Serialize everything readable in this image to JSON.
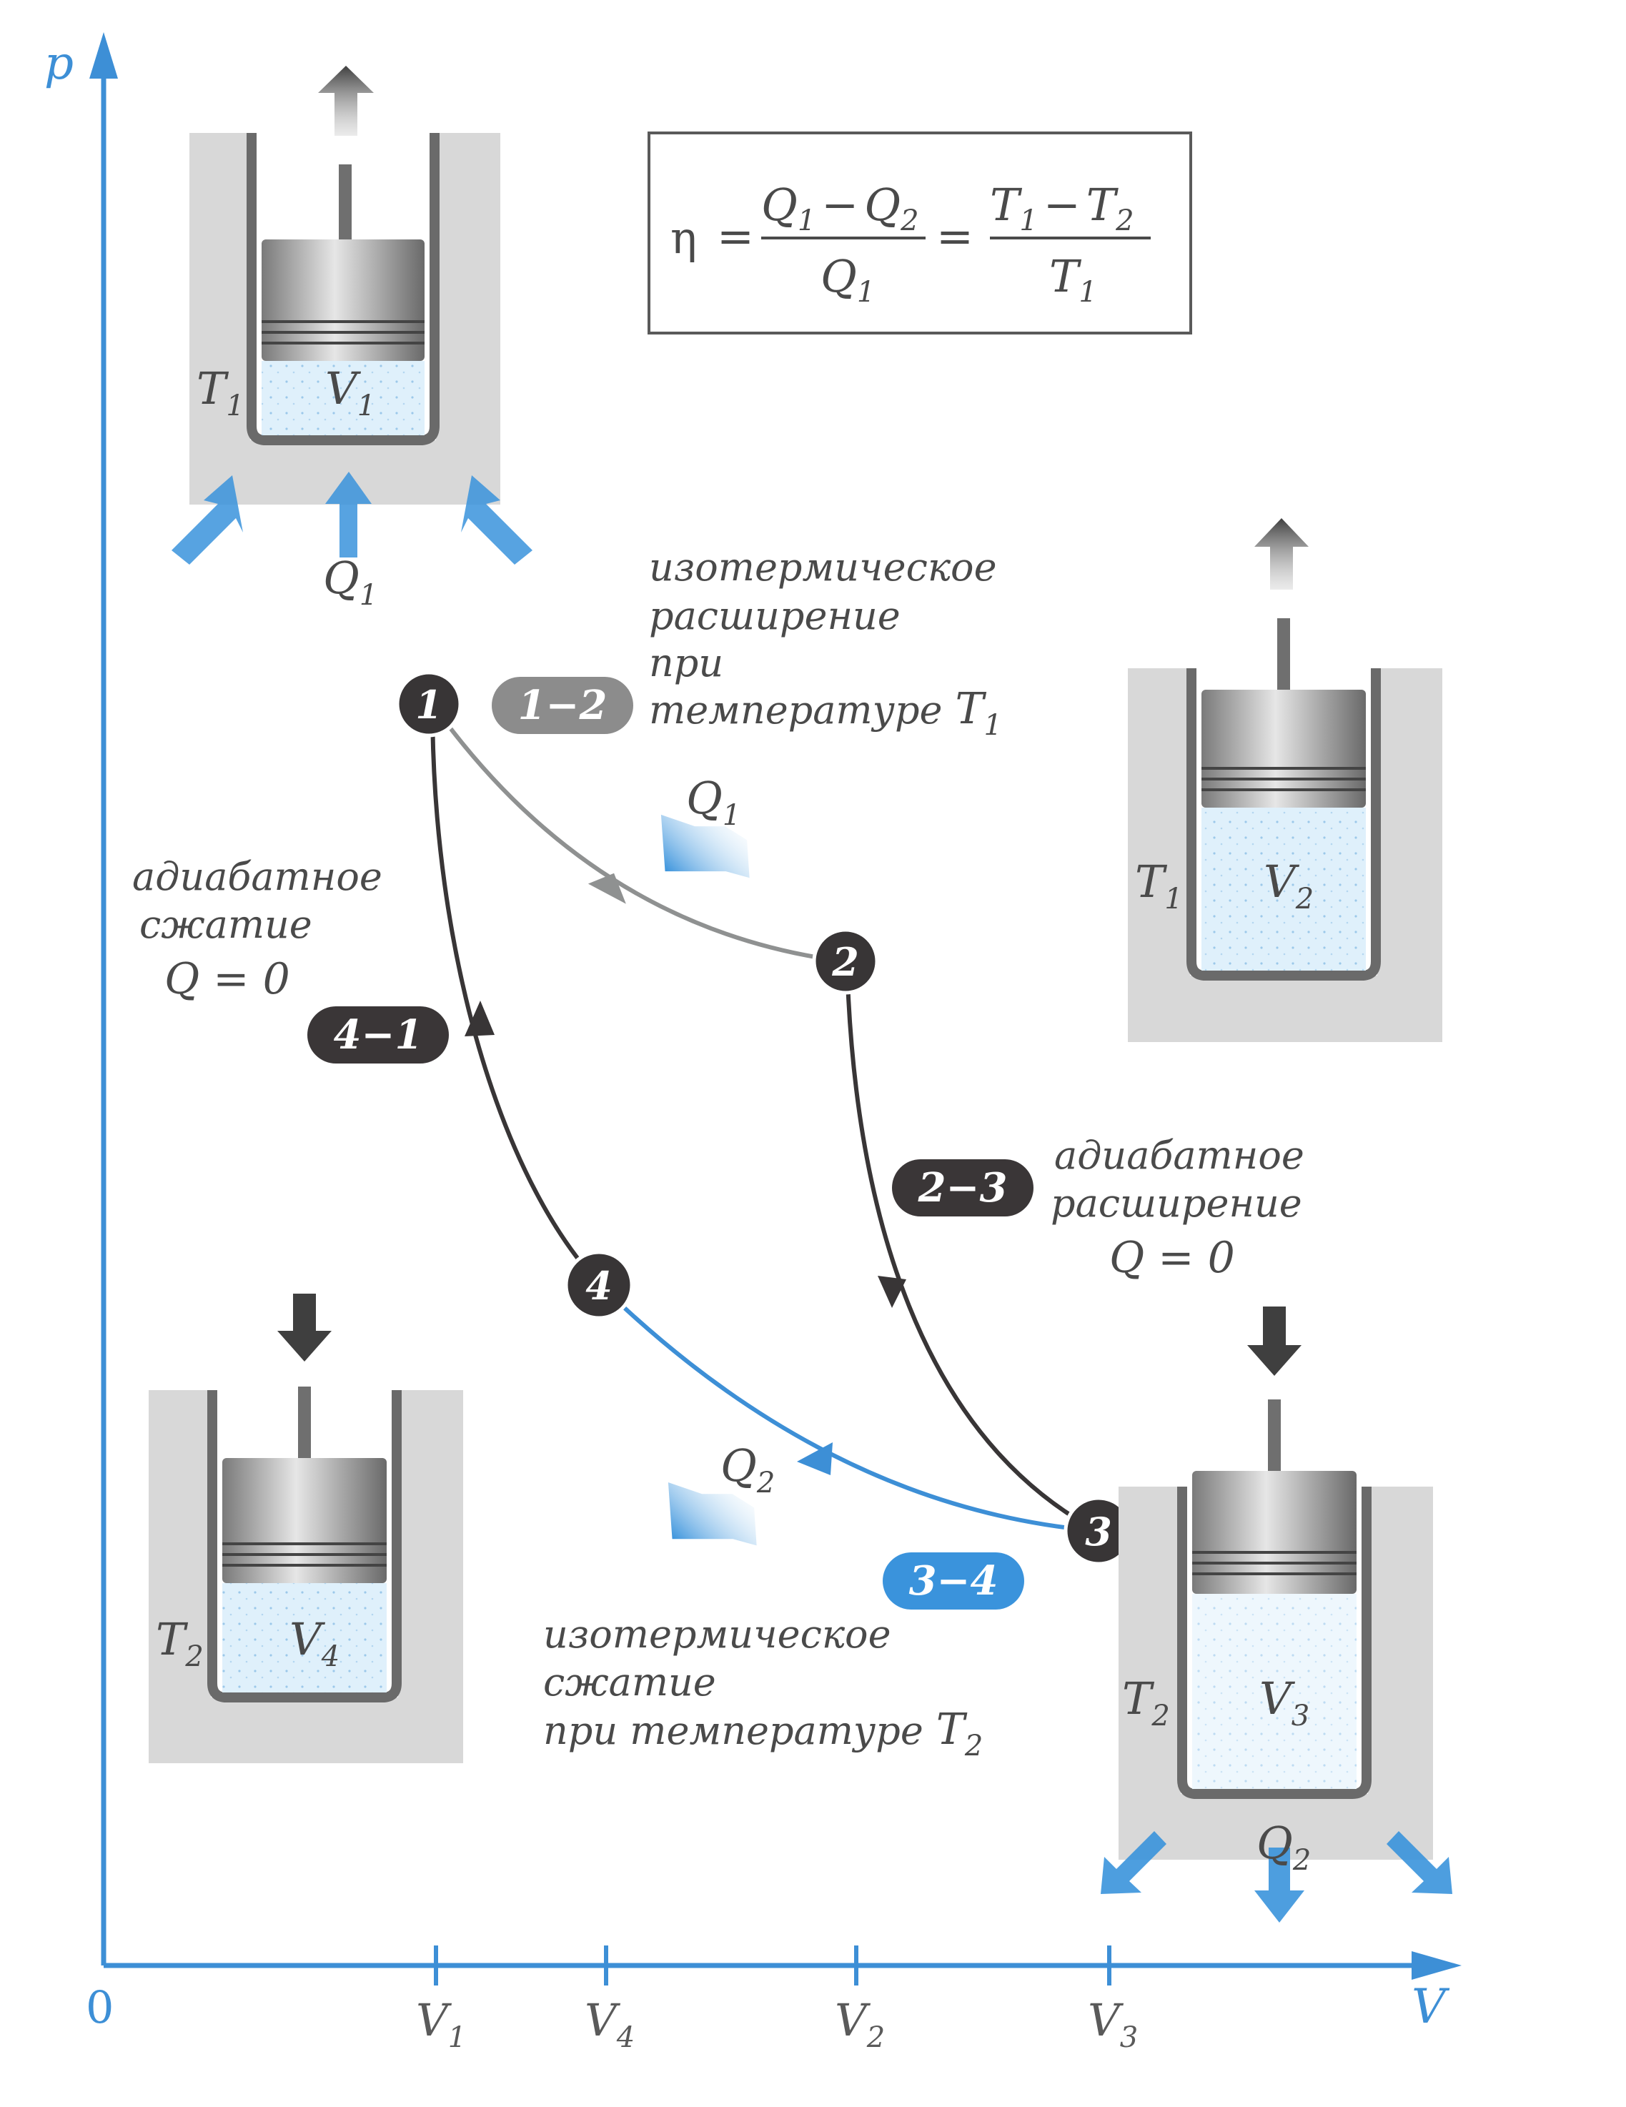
{
  "axes": {
    "y_label": "p",
    "x_label": "V",
    "origin": "0",
    "ticks": [
      {
        "main": "V",
        "sub": "1"
      },
      {
        "main": "V",
        "sub": "4"
      },
      {
        "main": "V",
        "sub": "2"
      },
      {
        "main": "V",
        "sub": "3"
      }
    ]
  },
  "formula": {
    "eta": "η",
    "eq": "=",
    "Q": "Q",
    "T": "T",
    "minus": "−",
    "one": "1",
    "two": "2"
  },
  "points": [
    "1",
    "2",
    "3",
    "4"
  ],
  "processes": {
    "p12": {
      "badge": "1−2",
      "desc": [
        "изотермическое",
        "расширение",
        "при"
      ],
      "desc_last": "температуре",
      "temp": {
        "main": "T",
        "sub": "1"
      }
    },
    "p23": {
      "badge": "2−3",
      "desc": [
        "адиабатное",
        "расширение"
      ],
      "q": "Q = 0"
    },
    "p34": {
      "badge": "3−4",
      "desc": [
        "изотермическое",
        "сжатие"
      ],
      "desc_last": "при температуре",
      "temp": {
        "main": "T",
        "sub": "2"
      }
    },
    "p41": {
      "badge": "4−1",
      "desc": [
        "адиабатное",
        "сжатие"
      ],
      "q": "Q = 0"
    }
  },
  "heat": {
    "q1_main": "Q",
    "q1_sub": "1",
    "q2_main": "Q",
    "q2_sub": "2"
  },
  "cylinders": [
    {
      "t_main": "T",
      "t_sub": "1",
      "v_main": "V",
      "v_sub": "1"
    },
    {
      "t_main": "T",
      "t_sub": "1",
      "v_main": "V",
      "v_sub": "2"
    },
    {
      "t_main": "T",
      "t_sub": "2",
      "v_main": "V",
      "v_sub": "3"
    },
    {
      "t_main": "T",
      "t_sub": "2",
      "v_main": "V",
      "v_sub": "4"
    }
  ],
  "colors": {
    "axis": "#3d8fd6",
    "isotherm_hot": "#8f9191",
    "adiabat": "#383536",
    "isotherm_cold": "#3d8fd6",
    "text": "#4a4a4a",
    "badge_dark": "#3a3637",
    "badge_grey": "#8c8c8c",
    "badge_blue": "#3a93dc",
    "block": "#d8d8d8",
    "gas": "#dff0fb"
  }
}
